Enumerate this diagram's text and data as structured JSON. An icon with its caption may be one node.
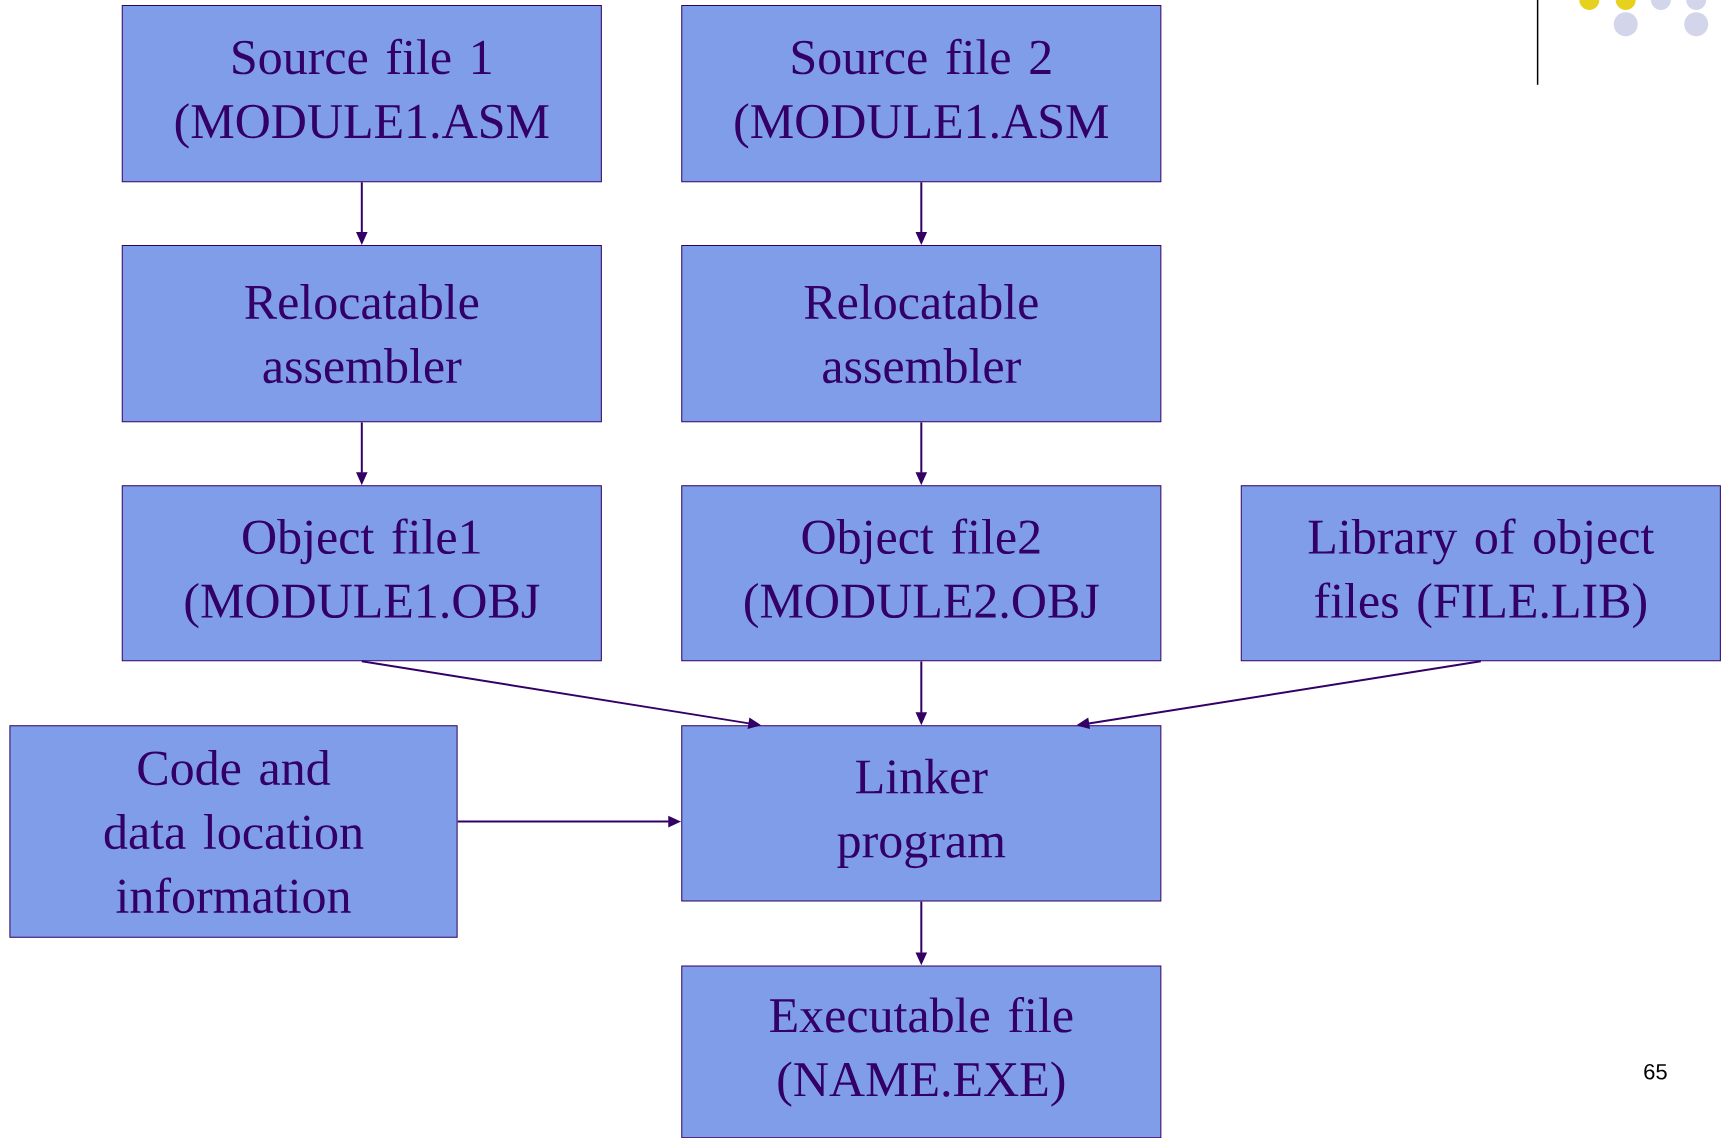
{
  "diagram": {
    "nodes": [
      {
        "text": [
          "Source file 1 (MODULE1.ASM"
        ]
      },
      {
        "text": [
          "Source file 2 (MODULE1.ASM"
        ]
      },
      {
        "text": [
          "Relocatable assembler"
        ]
      },
      {
        "text": [
          "Relocatable assembler"
        ]
      },
      {
        "text": [
          "Object file1 (MODULE1.OBJ"
        ]
      },
      {
        "text": [
          "Object file2 (MODULE2.OBJ"
        ]
      },
      {
        "text": [
          "Library of object files (FILE.LIB)"
        ]
      },
      {
        "text": [
          "Code and data location information"
        ]
      },
      {
        "text": [
          "Linker program"
        ]
      },
      {
        "text": [
          "Executable file (NAME.EXE)"
        ]
      }
    ],
    "edges": [
      {
        "from": 0,
        "to": 2,
        "arrow": "to"
      },
      {
        "from": 1,
        "to": 3,
        "arrow": "to"
      },
      {
        "from": 2,
        "to": 4,
        "arrow": "to"
      },
      {
        "from": 3,
        "to": 5,
        "arrow": "to"
      },
      {
        "from": 4,
        "to": 8,
        "arrow": "to"
      },
      {
        "from": 5,
        "to": 8,
        "arrow": "to"
      },
      {
        "from": 6,
        "to": 8,
        "arrow": "to"
      },
      {
        "from": 7,
        "to": 8,
        "arrow": "to"
      },
      {
        "from": 8,
        "to": 9,
        "arrow": "to"
      }
    ],
    "labels": [
      "65"
    ]
  }
}
